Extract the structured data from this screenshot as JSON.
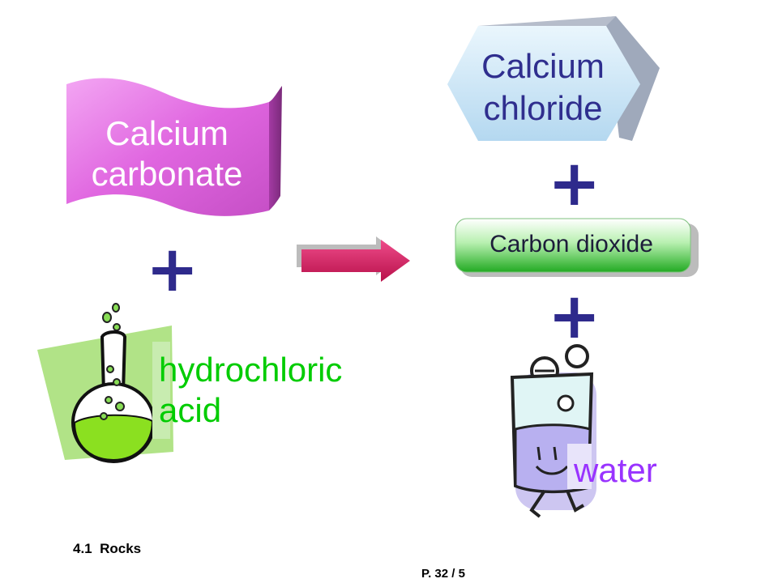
{
  "reactants": {
    "calcium_carbonate": "Calcium\ncarbonate",
    "hydrochloric_acid": "hydrochloric\nacid"
  },
  "products": {
    "calcium_chloride": "Calcium\nchloride",
    "carbon_dioxide": "Carbon dioxide",
    "water": "water"
  },
  "symbols": {
    "plus": "+"
  },
  "footer": {
    "section": "4.1  Rocks",
    "page": "P. 32 / 5"
  },
  "colors": {
    "banner_pink": "#e070e0",
    "hexagon_blue": "#c8e4f4",
    "pill_green": "#33cc33",
    "arrow_red": "#d8165e",
    "plus_navy": "#2e2a8c",
    "acid_green": "#00cc00",
    "water_purple": "#9933ff"
  }
}
